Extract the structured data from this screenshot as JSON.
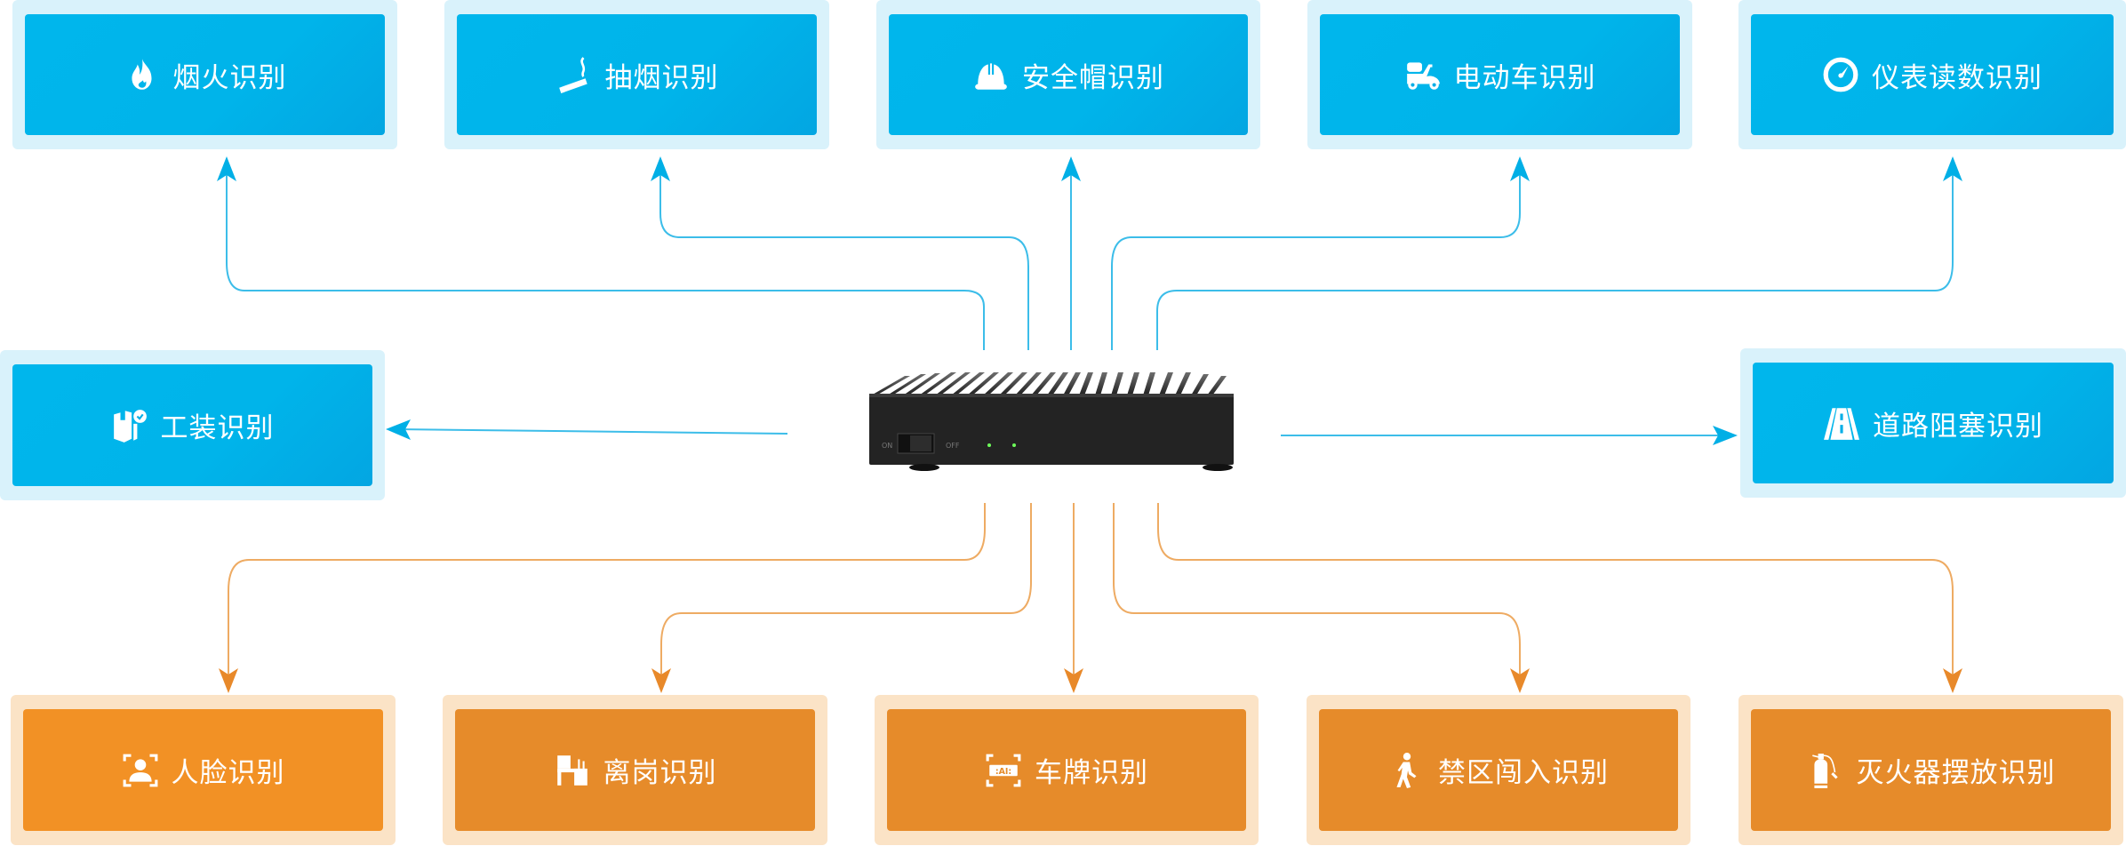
{
  "hub": {
    "name": "edge-computing-box",
    "switch_on_label": "ON",
    "switch_off_label": "OFF"
  },
  "colors": {
    "blue_inner": "#00b4ea",
    "blue_outer": "#d9f2fb",
    "blue_line": "#29b8e8",
    "orange_inner": "#e68b2a",
    "orange_inner_first": "#f29125",
    "orange_outer": "#fbe3c6",
    "orange_line": "#eda75c"
  },
  "top_row": [
    {
      "label": "烟火识别",
      "icon": "fire-icon"
    },
    {
      "label": "抽烟识别",
      "icon": "cigarette-icon"
    },
    {
      "label": "安全帽识别",
      "icon": "helmet-icon"
    },
    {
      "label": "电动车识别",
      "icon": "scooter-icon"
    },
    {
      "label": "仪表读数识别",
      "icon": "gauge-icon"
    }
  ],
  "middle_row": [
    {
      "label": "工装识别",
      "icon": "uniform-icon"
    },
    {
      "label": "道路阻塞识别",
      "icon": "road-icon"
    }
  ],
  "bottom_row": [
    {
      "label": "人脸识别",
      "icon": "face-scan-icon"
    },
    {
      "label": "离岗识别",
      "icon": "desk-icon"
    },
    {
      "label": "车牌识别",
      "icon": "license-plate-icon"
    },
    {
      "label": "禁区闯入识别",
      "icon": "walking-person-icon"
    },
    {
      "label": "灭火器摆放识别",
      "icon": "fire-extinguisher-icon"
    }
  ]
}
